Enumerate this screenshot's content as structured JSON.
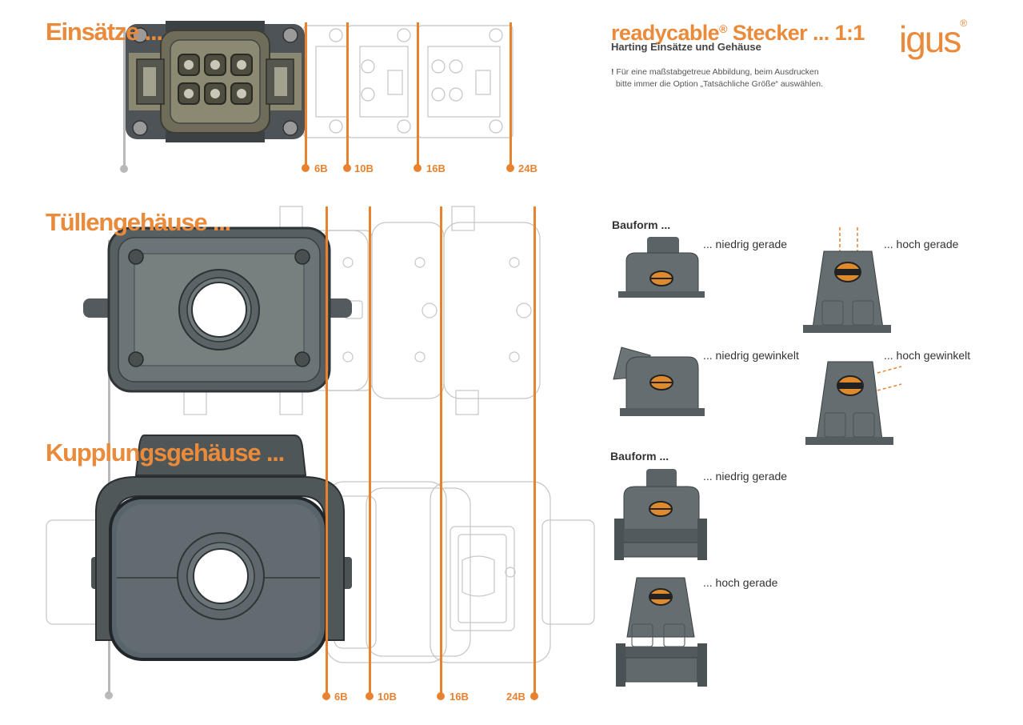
{
  "header": {
    "title": "readycable",
    "title_reg": "®",
    "title_rest": " Stecker ... 1:1",
    "subtitle": "Harting Einsätze und Gehäuse",
    "note_mark": "!",
    "note_line1": "Für eine maßstabgetreue Abbildung, beim Ausdrucken",
    "note_line2": "bitte immer die Option „Tatsächliche Größe“ auswählen.",
    "logo": "igus",
    "logo_mark": "®"
  },
  "sections": {
    "inserts": "Einsätze ...",
    "hood": "Tüllengehäuse ...",
    "coupling": "Kupplungsgehäuse ..."
  },
  "sizes_top": [
    "6B",
    "10B",
    "16B",
    "24B"
  ],
  "sizes_bottom": [
    "6B",
    "10B",
    "16B",
    "24B"
  ],
  "right_panel": {
    "bauform1": "Bauform ...",
    "v_niedrig_gerade": "... niedrig gerade",
    "v_hoch_gerade": "... hoch gerade",
    "v_niedrig_gewinkelt": "... niedrig gewinkelt",
    "v_hoch_gewinkelt": "... hoch gewinkelt",
    "bauform2": "Bauform ...",
    "v2_niedrig_gerade": "... niedrig gerade",
    "v2_hoch_gerade": "... hoch gerade"
  },
  "colors": {
    "accent": "#e8822f",
    "housing": "#5c6467",
    "insert": "#7c7a66",
    "guide": "#b9b9b9"
  }
}
